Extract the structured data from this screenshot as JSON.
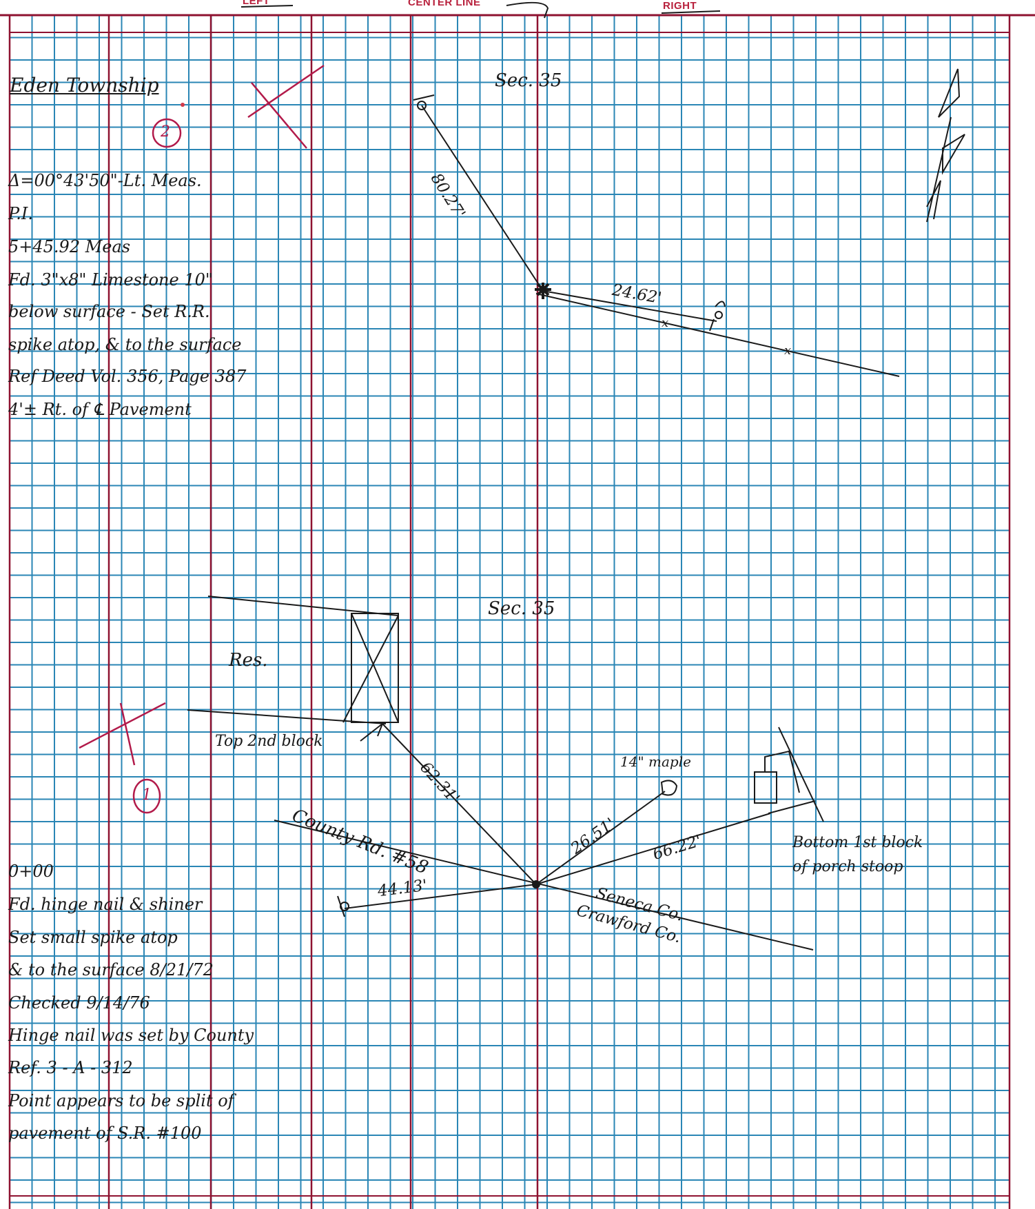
{
  "header": {
    "left_label": "LEFT",
    "center_label": "CENTER LINE",
    "right_label": "RIGHT"
  },
  "notes_top": {
    "title": "Eden Township",
    "circle_number": "2",
    "lines": [
      "Δ=00°43'50\"-Lt. Meas.",
      "P.I.",
      "5+45.92 Meas",
      "Fd. 3\"x8\" Limestone 10\"",
      "below surface - Set R.R.",
      "spike atop, & to the surface",
      "Ref Deed Vol. 356, Page 387",
      "4'± Rt. of ℄ Pavement"
    ]
  },
  "sketch_top": {
    "section_label": "Sec. 35",
    "dist_1": "80.27'",
    "dist_2": "24.62'",
    "fence_mark_1": "x",
    "fence_mark_2": "x"
  },
  "sketch_bottom": {
    "section_label": "Sec. 35",
    "res_label": "Res.",
    "block_label": "Top 2nd block",
    "dist_block": "62.31'",
    "road_label": "County Rd. #58",
    "tree_label": "14\" maple",
    "dist_tree": "26.51'",
    "dist_porch": "66.22'",
    "porch_label_1": "Bottom 1st block",
    "porch_label_2": "of porch stoop",
    "dist_left": "44.13'",
    "county_1": "Seneca Co.",
    "county_2": "Crawford Co."
  },
  "notes_bottom": {
    "circle_number": "1",
    "lines": [
      "0+00",
      "Fd. hinge nail & shiner",
      "Set small spike atop",
      "& to the surface 8/21/72",
      "Checked 9/14/76",
      "Hinge nail was set by County",
      "Ref. 3 - A - 312",
      "Point appears to be split of",
      "pavement of S.R. #100"
    ]
  },
  "colors": {
    "grid": "#2a86b5",
    "margin_red": "#8e1230",
    "ink": "#1a1a1a",
    "red_ink": "#b21a4a"
  }
}
